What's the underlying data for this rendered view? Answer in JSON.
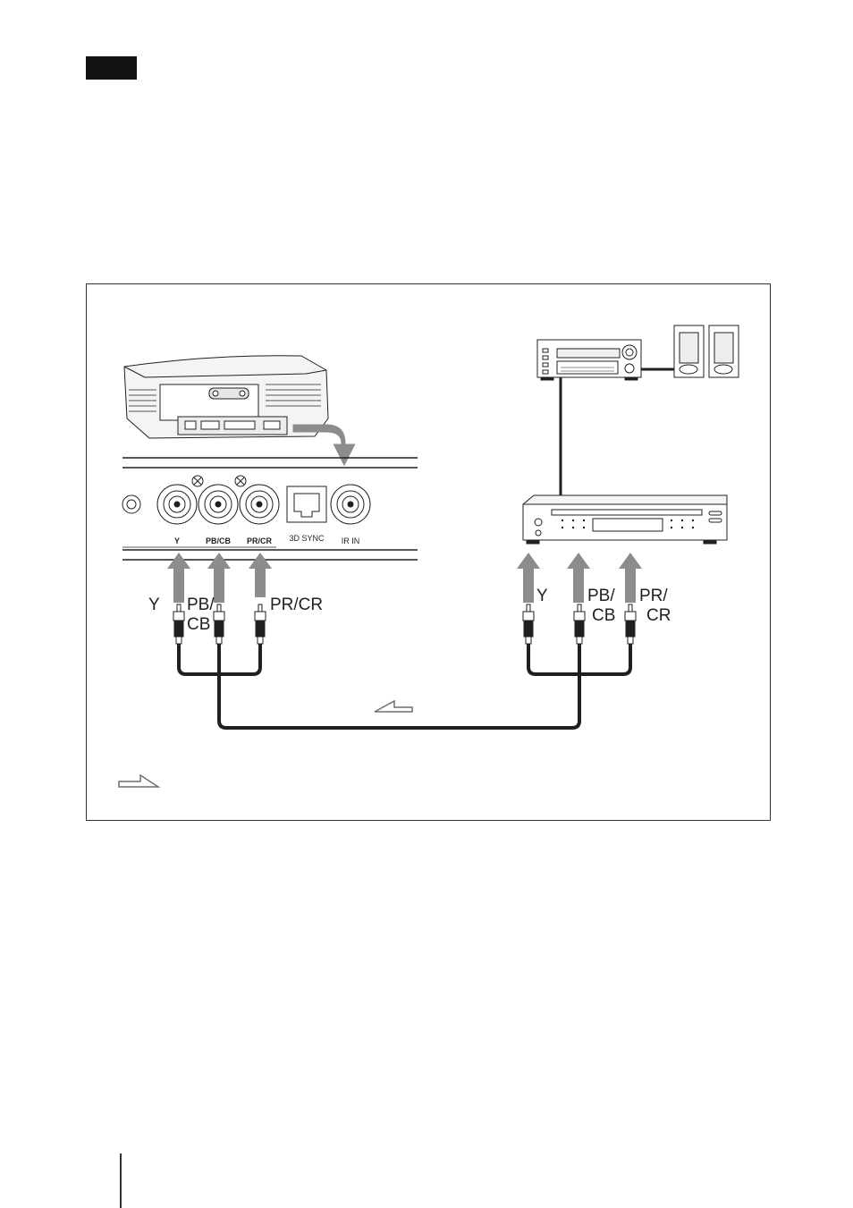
{
  "colors": {
    "note_tab": "#111111",
    "cable": "#231f20",
    "arrow_fill": "#8c8c8c",
    "panel_line": "#231f20"
  },
  "diagram": {
    "jacks": {
      "y": "Y",
      "pb": "PB/CB",
      "pr": "PR/CR",
      "sync": "3D SYNC",
      "ir": "IR IN"
    },
    "projector_side": {
      "y": "Y",
      "pb_top": "PB/",
      "pb_bottom": "CB",
      "pr": "PR/CR"
    },
    "player_side": {
      "y": "Y",
      "pb_top": "PB/",
      "pb_bottom": "CB",
      "pr_top": "PR/",
      "pr_bottom": "CR"
    },
    "icons": [
      "signal-flow-arrow-icon",
      "signal-flow-arrow-icon"
    ]
  }
}
